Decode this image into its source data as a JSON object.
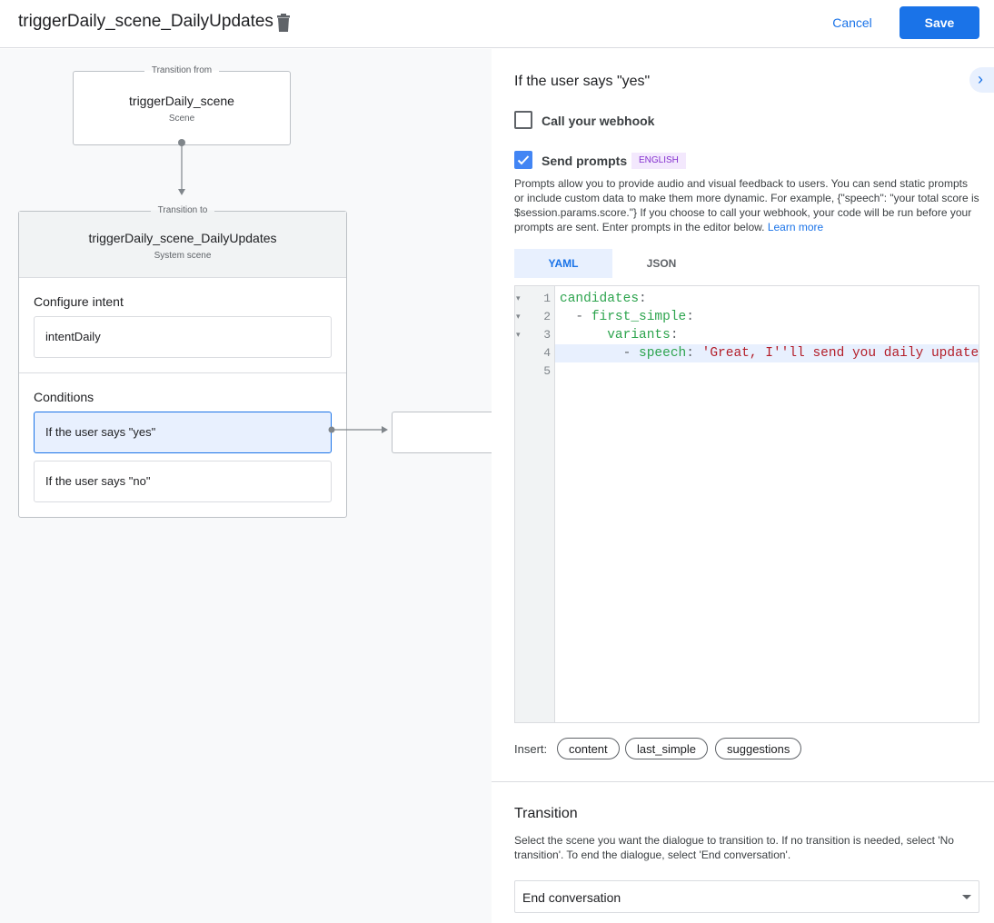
{
  "header": {
    "title": "triggerDaily_scene_DailyUpdates",
    "cancel_label": "Cancel",
    "save_label": "Save"
  },
  "canvas": {
    "from": {
      "legend": "Transition from",
      "name": "triggerDaily_scene",
      "type": "Scene"
    },
    "to": {
      "legend": "Transition to",
      "name": "triggerDaily_scene_DailyUpdates",
      "type": "System scene"
    },
    "configure_intent": {
      "heading": "Configure intent",
      "intent": "intentDaily"
    },
    "conditions": {
      "heading": "Conditions",
      "items": [
        "If the user says \"yes\"",
        "If the user says \"no\""
      ],
      "selected": 0
    }
  },
  "panel": {
    "title": "If the user says \"yes\"",
    "webhook": {
      "label": "Call your webhook",
      "checked": false
    },
    "prompts": {
      "label": "Send prompts",
      "checked": true,
      "badge": "ENGLISH",
      "description": "Prompts allow you to provide audio and visual feedback to users. You can send static prompts or include custom data to make them more dynamic. For example, {\"speech\": \"your total score is $session.params.score.\"} If you choose to call your webhook, your code will be run before your prompts are sent. Enter prompts in the editor below. ",
      "learn_more": "Learn more"
    },
    "tabs": [
      {
        "label": "YAML",
        "active": true
      },
      {
        "label": "JSON",
        "active": false
      }
    ],
    "editor": {
      "line_numbers": [
        "1",
        "2",
        "3",
        "4",
        "5"
      ],
      "lines": [
        [
          {
            "t": "candidates",
            "c": "k"
          },
          {
            "t": ":",
            "c": "p"
          }
        ],
        [
          {
            "t": "  - ",
            "c": "p"
          },
          {
            "t": "first_simple",
            "c": "k"
          },
          {
            "t": ":",
            "c": "p"
          }
        ],
        [
          {
            "t": "      ",
            "c": "p"
          },
          {
            "t": "variants",
            "c": "k"
          },
          {
            "t": ":",
            "c": "p"
          }
        ],
        [
          {
            "t": "        - ",
            "c": "p"
          },
          {
            "t": "speech",
            "c": "k"
          },
          {
            "t": ": ",
            "c": "p"
          },
          {
            "t": "'Great, I''ll send you daily updates.",
            "c": "s"
          }
        ],
        []
      ],
      "active_line": 4
    },
    "insert": {
      "label": "Insert:",
      "chips": [
        "content",
        "last_simple",
        "suggestions"
      ]
    },
    "transition": {
      "heading": "Transition",
      "description": "Select the scene you want the dialogue to transition to. If no transition is needed, select 'No transition'. To end the dialogue, select 'End conversation'.",
      "selected": "End conversation"
    }
  },
  "colors": {
    "accent": "#1a73e8",
    "selected_bg": "#e8f0fe",
    "badge_bg": "#f3e8fd",
    "badge_text": "#8430ce"
  }
}
